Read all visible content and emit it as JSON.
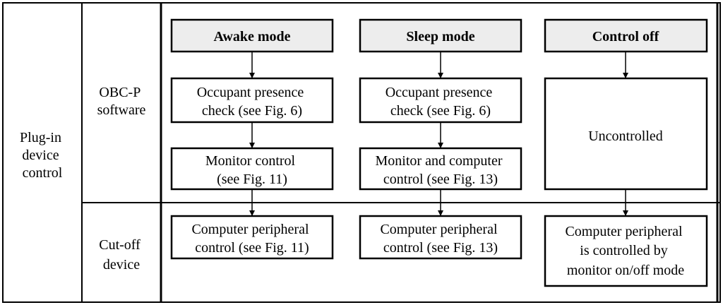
{
  "colors": {
    "header_fill": "#EDEDED",
    "stroke": "#000000",
    "background": "#FFFFFF"
  },
  "row_header": {
    "main": [
      "Plug-in",
      "device",
      "control"
    ],
    "software": [
      "OBC-P",
      "software"
    ],
    "cutoff": [
      "Cut-off",
      "device"
    ]
  },
  "columns": [
    {
      "header": "Awake mode",
      "presence": [
        "Occupant presence",
        "check (see Fig. 6)"
      ],
      "control": [
        "Monitor control",
        "(see Fig. 11)"
      ],
      "peripheral": [
        "Computer peripheral",
        "control (see Fig. 11)"
      ]
    },
    {
      "header": "Sleep mode",
      "presence": [
        "Occupant presence",
        "check (see Fig. 6)"
      ],
      "control": [
        "Monitor and computer",
        "control (see Fig. 13)"
      ],
      "peripheral": [
        "Computer peripheral",
        "control (see Fig. 13)"
      ]
    },
    {
      "header": "Control off",
      "uncontrolled": "Uncontrolled",
      "peripheral": [
        "Computer peripheral",
        "is controlled by",
        "monitor on/off mode"
      ]
    }
  ]
}
